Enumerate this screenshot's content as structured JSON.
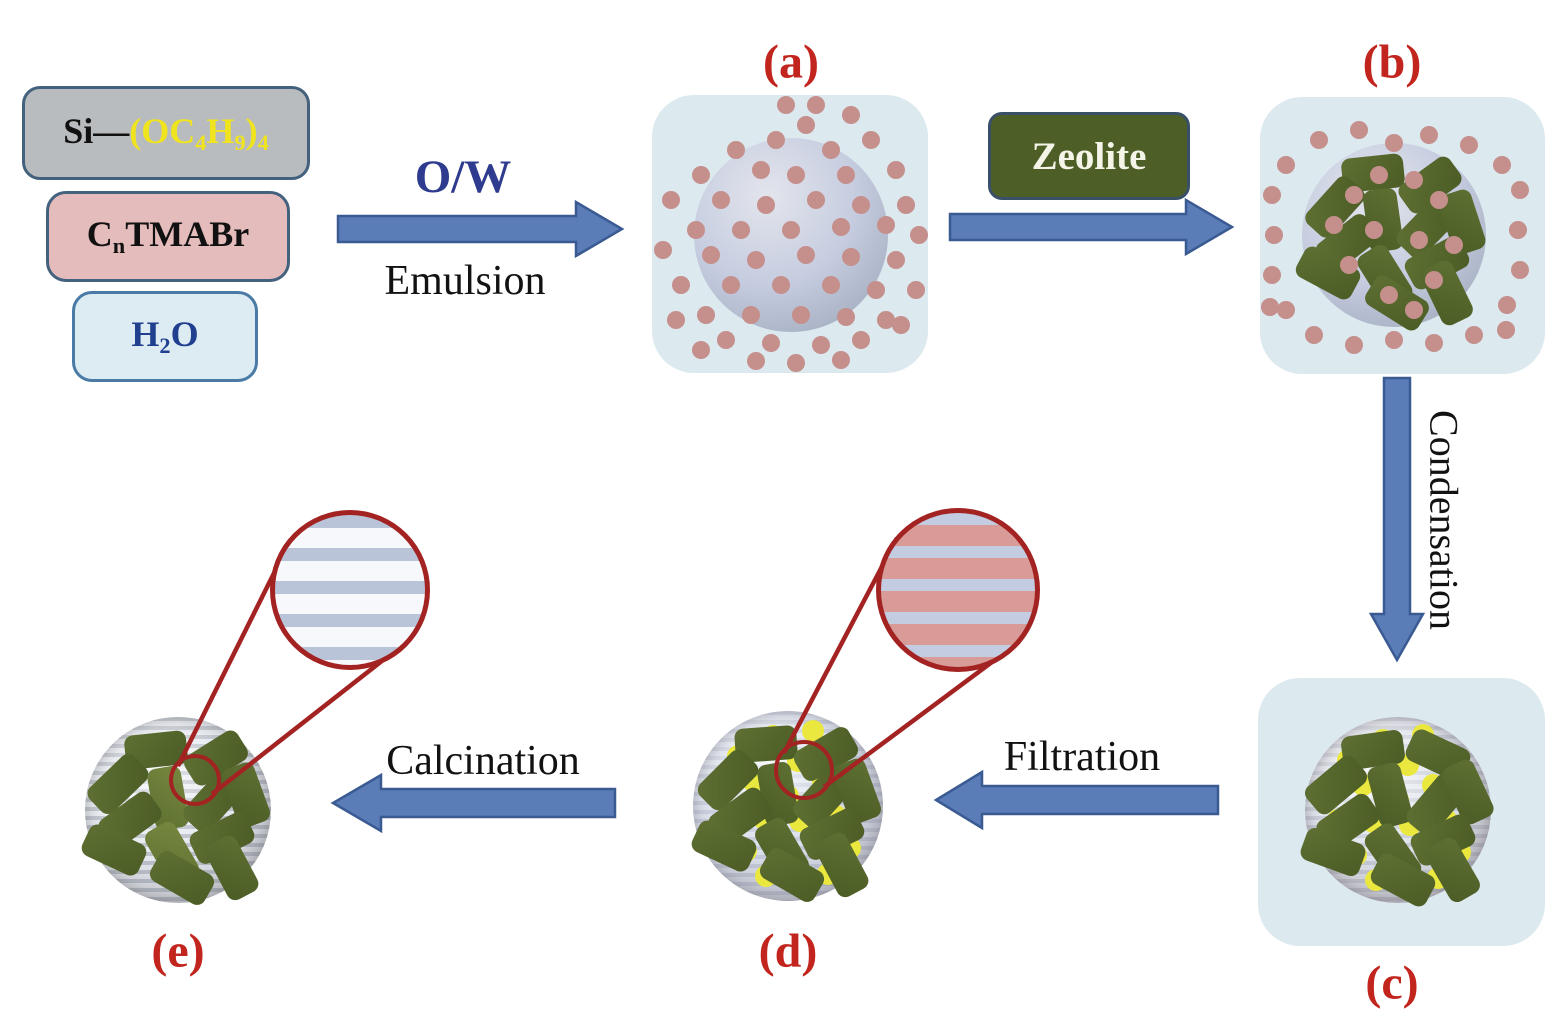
{
  "theme": {
    "panel_bg": "#dce9ef",
    "arrow_fill": "#5a7db8",
    "arrow_stroke": "#3a5a92",
    "label_red": "#c2251d",
    "magnifier_red": "#a32322",
    "zeolite_green": "#4d5f27",
    "rect_green": "#55672c",
    "rect_green_light": "#6e7f3d",
    "dot_pink": "#c58f8c",
    "dot_yellow": "#eae83f",
    "box_gray": "#b9bcbe",
    "box_pink": "#e5bcbc",
    "box_blue": "#ddebf3",
    "formula_yellow": "#f0e41f",
    "h2o_blue": "#203f8f",
    "ow_blue": "#2e3b8e",
    "border_slate": "#44617e"
  },
  "reagents": [
    {
      "name": "silicon-butoxide",
      "segments": [
        {
          "t": "Si—"
        },
        {
          "t": "(OC",
          "s": "hl"
        },
        {
          "t": "4",
          "s": "hl sub"
        },
        {
          "t": "H",
          "s": "hl"
        },
        {
          "t": "9",
          "s": "hl sub"
        },
        {
          "t": ")",
          "s": "hl"
        },
        {
          "t": "4",
          "s": "hl sub"
        }
      ]
    },
    {
      "name": "surfactant",
      "segments": [
        {
          "t": "C"
        },
        {
          "t": "n",
          "s": "sub"
        },
        {
          "t": "TMABr"
        }
      ]
    },
    {
      "name": "water",
      "segments": [
        {
          "t": "H"
        },
        {
          "t": "2",
          "s": "sub"
        },
        {
          "t": "O"
        }
      ]
    }
  ],
  "steps": {
    "ow": "O/W",
    "emulsion": "Emulsion",
    "zeolite": "Zeolite",
    "condensation": "Condensation",
    "filtration": "Filtration",
    "calcination": "Calcination"
  },
  "figures": {
    "panel_a": {
      "label": "(a)",
      "dots": {
        "color": "pink",
        "layer": "over",
        "points": [
          [
            -15,
            -95
          ],
          [
            15,
            -110
          ],
          [
            -55,
            -85
          ],
          [
            40,
            -85
          ],
          [
            80,
            -95
          ],
          [
            -90,
            -60
          ],
          [
            -30,
            -65
          ],
          [
            5,
            -60
          ],
          [
            55,
            -60
          ],
          [
            105,
            -65
          ],
          [
            -120,
            -35
          ],
          [
            -70,
            -35
          ],
          [
            -25,
            -30
          ],
          [
            25,
            -35
          ],
          [
            70,
            -30
          ],
          [
            115,
            -30
          ],
          [
            -95,
            -5
          ],
          [
            -50,
            -5
          ],
          [
            0,
            -5
          ],
          [
            50,
            -8
          ],
          [
            95,
            -10
          ],
          [
            128,
            0
          ],
          [
            -128,
            15
          ],
          [
            -80,
            20
          ],
          [
            -35,
            25
          ],
          [
            15,
            20
          ],
          [
            60,
            22
          ],
          [
            105,
            25
          ],
          [
            -110,
            50
          ],
          [
            -60,
            50
          ],
          [
            -10,
            50
          ],
          [
            40,
            50
          ],
          [
            85,
            55
          ],
          [
            125,
            55
          ],
          [
            -85,
            80
          ],
          [
            -40,
            80
          ],
          [
            10,
            80
          ],
          [
            55,
            82
          ],
          [
            -115,
            85
          ],
          [
            95,
            85
          ],
          [
            -65,
            105
          ],
          [
            -20,
            108
          ],
          [
            30,
            110
          ],
          [
            70,
            105
          ],
          [
            -35,
            126
          ],
          [
            5,
            128
          ],
          [
            50,
            125
          ],
          [
            -90,
            115
          ],
          [
            110,
            90
          ],
          [
            25,
            -130
          ],
          [
            -5,
            -130
          ],
          [
            60,
            -120
          ]
        ]
      }
    },
    "panel_b": {
      "label": "(b)",
      "rects": [
        [
          -21,
          -62,
          -6
        ],
        [
          36,
          -50,
          -36
        ],
        [
          -59,
          -28,
          -48
        ],
        [
          -11,
          -15,
          82
        ],
        [
          33,
          -7,
          -46
        ],
        [
          68,
          -13,
          72
        ],
        [
          -47,
          8,
          -38
        ],
        [
          -66,
          38,
          28
        ],
        [
          -9,
          42,
          58
        ],
        [
          43,
          28,
          -28
        ],
        [
          3,
          68,
          32
        ],
        [
          53,
          58,
          64
        ]
      ],
      "dots": {
        "color": "pink",
        "layer": "over",
        "points": [
          [
            -75,
            -95
          ],
          [
            -35,
            -105
          ],
          [
            0,
            -92
          ],
          [
            35,
            -100
          ],
          [
            75,
            -90
          ],
          [
            108,
            -70
          ],
          [
            -108,
            -70
          ],
          [
            -122,
            -40
          ],
          [
            126,
            -45
          ],
          [
            -120,
            0
          ],
          [
            124,
            -5
          ],
          [
            -122,
            40
          ],
          [
            126,
            35
          ],
          [
            -108,
            75
          ],
          [
            113,
            70
          ],
          [
            -80,
            100
          ],
          [
            -40,
            110
          ],
          [
            0,
            105
          ],
          [
            40,
            108
          ],
          [
            80,
            100
          ],
          [
            112,
            95
          ],
          [
            -124,
            72
          ],
          [
            -15,
            -60
          ],
          [
            20,
            -55
          ],
          [
            -40,
            -40
          ],
          [
            45,
            -35
          ],
          [
            -20,
            -5
          ],
          [
            25,
            5
          ],
          [
            -45,
            30
          ],
          [
            40,
            45
          ],
          [
            -5,
            60
          ],
          [
            20,
            75
          ],
          [
            -60,
            -10
          ],
          [
            60,
            10
          ]
        ]
      }
    },
    "panel_c": {
      "label": "(c)",
      "rects": [
        [
          -25,
          -60,
          -8
        ],
        [
          40,
          -55,
          25
        ],
        [
          -62,
          -25,
          -40
        ],
        [
          -8,
          -15,
          75
        ],
        [
          38,
          -5,
          -50
        ],
        [
          70,
          -18,
          65
        ],
        [
          -50,
          12,
          -35
        ],
        [
          -65,
          42,
          20
        ],
        [
          -5,
          45,
          55
        ],
        [
          45,
          30,
          -25
        ],
        [
          5,
          70,
          28
        ],
        [
          55,
          60,
          60
        ]
      ],
      "dots": {
        "color": "yellow",
        "layer": "under",
        "points": [
          [
            -15,
            -70
          ],
          [
            25,
            -75
          ],
          [
            -50,
            -50
          ],
          [
            10,
            -45
          ],
          [
            50,
            -50
          ],
          [
            -75,
            -15
          ],
          [
            -35,
            -25
          ],
          [
            0,
            -10
          ],
          [
            35,
            -25
          ],
          [
            70,
            -10
          ],
          [
            -60,
            10
          ],
          [
            -25,
            12
          ],
          [
            12,
            15
          ],
          [
            48,
            10
          ],
          [
            -75,
            40
          ],
          [
            -42,
            45
          ],
          [
            -5,
            45
          ],
          [
            30,
            42
          ],
          [
            62,
            42
          ],
          [
            -22,
            70
          ],
          [
            8,
            74
          ],
          [
            40,
            68
          ]
        ]
      }
    },
    "sphere_d": {
      "label": "(d)",
      "rects": [
        [
          -22,
          -62,
          -4
        ],
        [
          38,
          -52,
          -30
        ],
        [
          -60,
          -26,
          -45
        ],
        [
          -10,
          -12,
          80
        ],
        [
          35,
          -8,
          -48
        ],
        [
          69,
          -15,
          70
        ],
        [
          -48,
          10,
          -36
        ],
        [
          -64,
          40,
          25
        ],
        [
          -6,
          44,
          60
        ],
        [
          44,
          28,
          -26
        ],
        [
          4,
          69,
          30
        ],
        [
          54,
          59,
          62
        ]
      ],
      "dots": {
        "color": "yellow",
        "layer": "under",
        "points": [
          [
            -15,
            -70
          ],
          [
            25,
            -75
          ],
          [
            -50,
            -50
          ],
          [
            10,
            -45
          ],
          [
            50,
            -50
          ],
          [
            -75,
            -15
          ],
          [
            -35,
            -25
          ],
          [
            0,
            -10
          ],
          [
            35,
            -25
          ],
          [
            70,
            -10
          ],
          [
            -60,
            10
          ],
          [
            -25,
            12
          ],
          [
            12,
            15
          ],
          [
            48,
            10
          ],
          [
            -75,
            40
          ],
          [
            -42,
            45
          ],
          [
            -5,
            45
          ],
          [
            30,
            42
          ],
          [
            62,
            42
          ],
          [
            -22,
            70
          ],
          [
            8,
            74
          ],
          [
            40,
            68
          ]
        ]
      }
    },
    "sphere_e": {
      "label": "(e)",
      "rects": [
        [
          -22,
          -60,
          -6
        ],
        [
          38,
          -52,
          -32
        ],
        [
          -60,
          -26,
          -44
        ],
        [
          -10,
          -12,
          80,
          1
        ],
        [
          35,
          -8,
          -48
        ],
        [
          68,
          -15,
          70
        ],
        [
          -48,
          10,
          -36
        ],
        [
          -64,
          40,
          25
        ],
        [
          -6,
          44,
          60,
          1
        ],
        [
          44,
          28,
          -26
        ],
        [
          4,
          68,
          30
        ],
        [
          54,
          58,
          62
        ]
      ]
    }
  }
}
